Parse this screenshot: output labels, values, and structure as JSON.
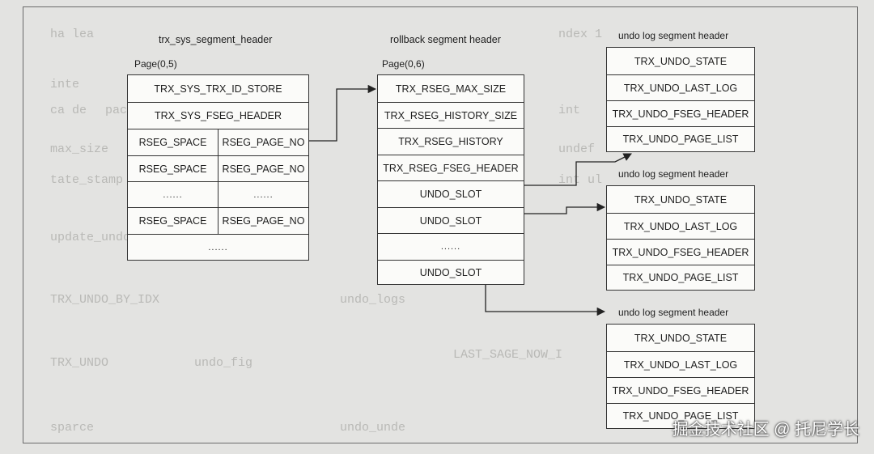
{
  "background_text": [
    "ha lea",
    "ndex 1",
    "inte",
    "ca de",
    "pace_no",
    "int",
    "max_size",
    "undef",
    "tate_stamp",
    "int ul",
    "update_undo_list",
    "TRX_UNDO_BY_IDX",
    "undo_logs",
    "undo_fig",
    "LAST_SAGE_NOW_I",
    "TRX_UNDO",
    "undo_unde",
    "sparce"
  ],
  "diagram": {
    "trx_sys": {
      "title": "trx_sys_segment_header",
      "page": "Page(0,5)",
      "rows": [
        "TRX_SYS_TRX_ID_STORE",
        "TRX_SYS_FSEG_HEADER"
      ],
      "pairs": [
        [
          "RSEG_SPACE",
          "RSEG_PAGE_NO"
        ],
        [
          "RSEG_SPACE",
          "RSEG_PAGE_NO"
        ],
        [
          "......",
          "......"
        ],
        [
          "RSEG_SPACE",
          "RSEG_PAGE_NO"
        ]
      ],
      "footer": "......"
    },
    "rollback": {
      "title": "rollback segment header",
      "page": "Page(0,6)",
      "rows": [
        "TRX_RSEG_MAX_SIZE",
        "TRX_RSEG_HISTORY_SIZE",
        "TRX_RSEG_HISTORY",
        "TRX_RSEG_FSEG_HEADER",
        "UNDO_SLOT",
        "UNDO_SLOT",
        "......",
        "UNDO_SLOT"
      ]
    },
    "undo_segments": [
      {
        "title": "undo log segment header",
        "rows": [
          "TRX_UNDO_STATE",
          "TRX_UNDO_LAST_LOG",
          "TRX_UNDO_FSEG_HEADER",
          "TRX_UNDO_PAGE_LIST"
        ]
      },
      {
        "title": "undo log segment header",
        "rows": [
          "TRX_UNDO_STATE",
          "TRX_UNDO_LAST_LOG",
          "TRX_UNDO_FSEG_HEADER",
          "TRX_UNDO_PAGE_LIST"
        ]
      },
      {
        "title": "undo log segment header",
        "rows": [
          "TRX_UNDO_STATE",
          "TRX_UNDO_LAST_LOG",
          "TRX_UNDO_FSEG_HEADER",
          "TRX_UNDO_PAGE_LIST"
        ]
      }
    ]
  },
  "watermark": "掘金技术社区 @ 托尼学长"
}
